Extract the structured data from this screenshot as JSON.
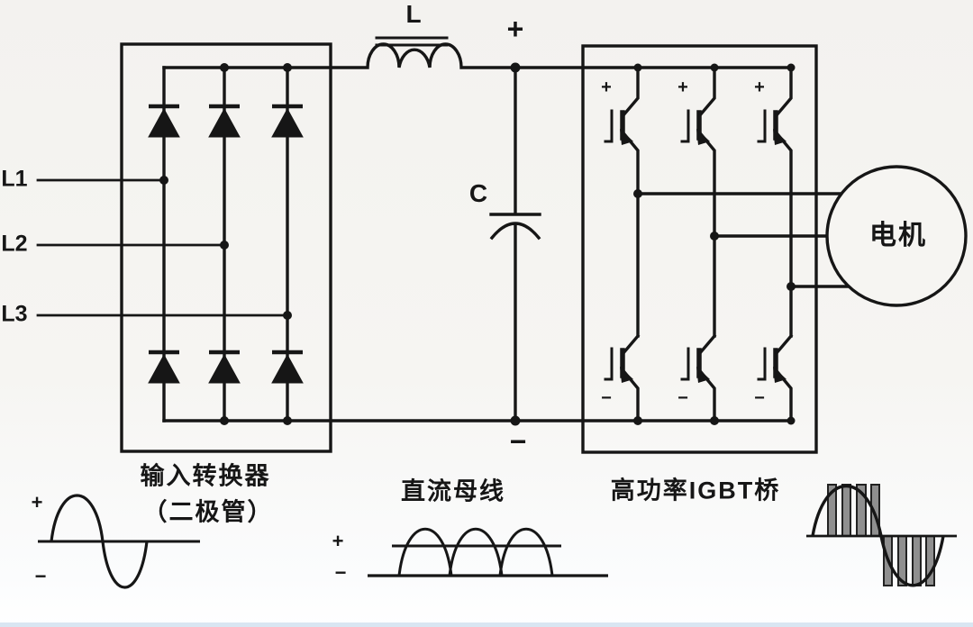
{
  "colors": {
    "ink": "#161616",
    "background": "#f5f4f1",
    "pwm_bar_fill": "#8f8f8f",
    "bottom_strip": "#d9e6f2"
  },
  "power_stage": {
    "input_lines": [
      "L1",
      "L2",
      "L3"
    ],
    "rectifier": {
      "name_line1": "输入转换器",
      "name_line2": "（二极管）"
    },
    "dc_link": {
      "name": "直流母线",
      "inductor_label": "L",
      "capacitor_label": "C",
      "plus": "+",
      "minus": "−"
    },
    "inverter": {
      "name": "高功率IGBT桥",
      "transistor_plus": "+",
      "transistor_minus": "−"
    },
    "motor": {
      "name": "电机"
    }
  },
  "waveforms": {
    "input": {
      "type": "sine",
      "plus": "+",
      "minus": "−"
    },
    "dc_bus": {
      "type": "rectified-ripple",
      "plus": "+",
      "minus": "−"
    },
    "output": {
      "type": "pwm-sine"
    }
  }
}
